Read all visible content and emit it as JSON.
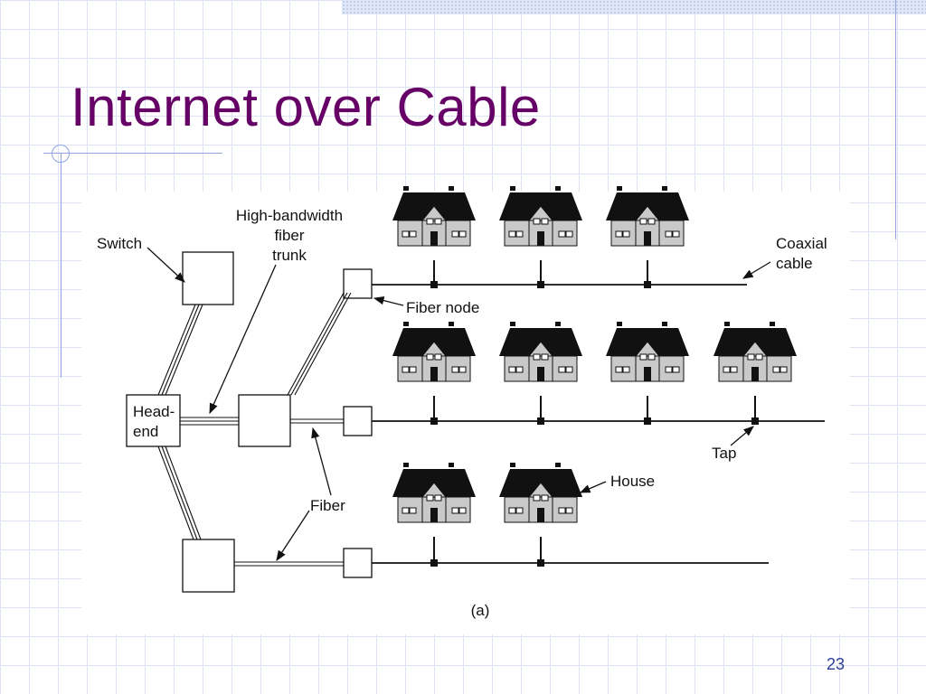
{
  "slide": {
    "title": "Internet over Cable",
    "page_number": "23"
  },
  "diagram": {
    "labels": {
      "switch": "Switch",
      "trunk": [
        "High-bandwidth",
        "fiber",
        "trunk"
      ],
      "coax": [
        "Coaxial",
        "cable"
      ],
      "fiber_node": "Fiber node",
      "headend": [
        "Head-",
        "end"
      ],
      "fiber": "Fiber",
      "tap": "Tap",
      "house": "House",
      "caption": "(a)"
    },
    "rows": [
      {
        "houses": 3
      },
      {
        "houses": 4
      },
      {
        "houses": 2
      }
    ]
  }
}
